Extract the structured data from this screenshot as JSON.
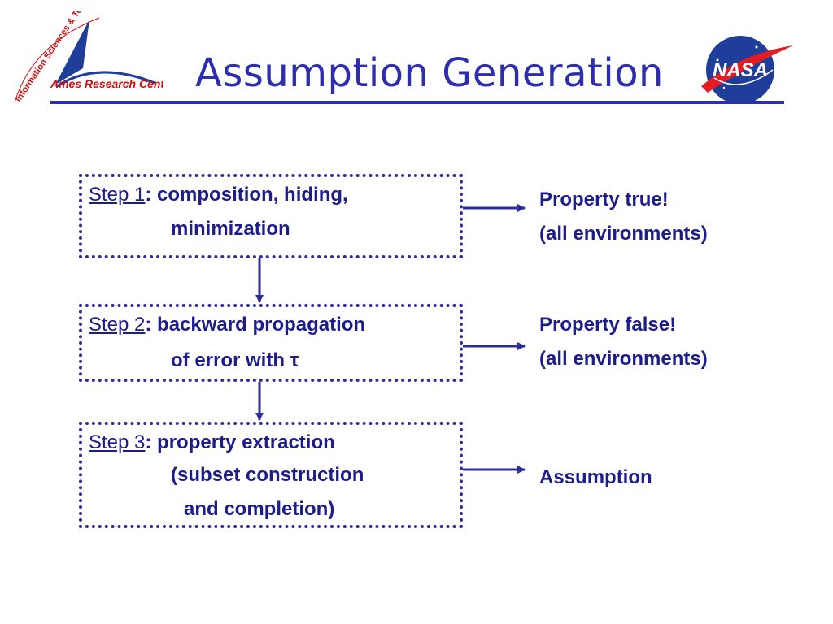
{
  "header": {
    "title": "Assumption Generation",
    "left_logo_text": "Ames Research Center",
    "left_logo_arc_text": "Information Sciences & Technology",
    "right_logo_text": "NASA"
  },
  "steps": [
    {
      "label": "Step 1",
      "line1": ": composition, hiding,",
      "line2": "minimization"
    },
    {
      "label": "Step 2",
      "line1": ": backward propagation",
      "line2": "of error with τ"
    },
    {
      "label": "Step 3",
      "line1": ": property extraction",
      "line2": "(subset construction",
      "line3": "and completion)"
    }
  ],
  "results": [
    {
      "line1": "Property true!",
      "line2": "(all environments)"
    },
    {
      "line1": "Property false!",
      "line2": "(all environments)"
    },
    {
      "line1": "Assumption"
    }
  ],
  "colors": {
    "primary": "#2d2db0",
    "text": "#1c1c8c",
    "ames_red": "#d01010",
    "nasa_blue": "#1f3e9a"
  }
}
